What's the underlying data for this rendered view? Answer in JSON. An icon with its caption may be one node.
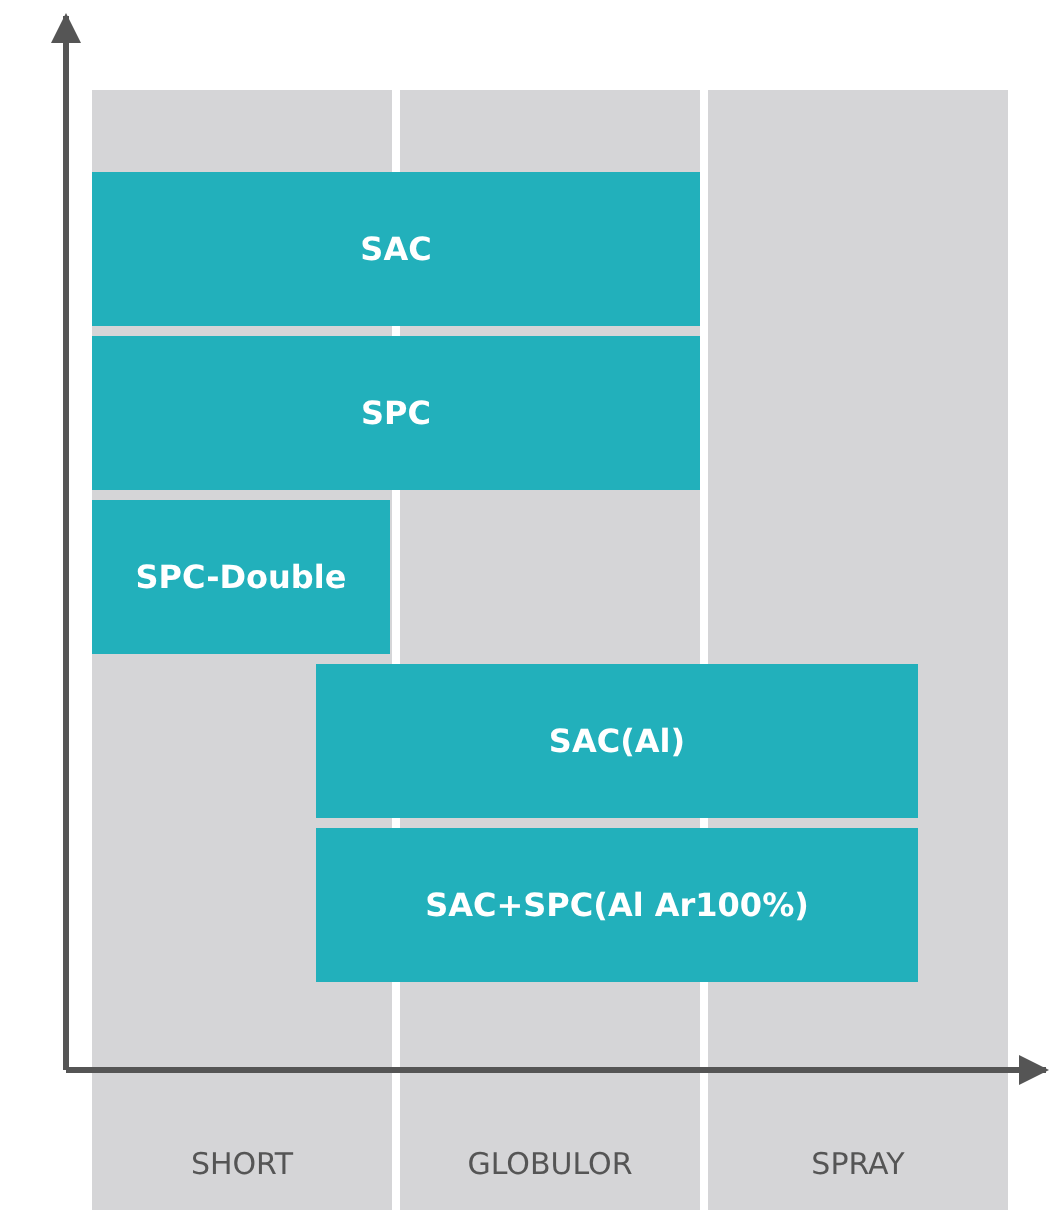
{
  "diagram": {
    "nodes": [
      {
        "text": [
          "SHORT"
        ]
      },
      {
        "text": [
          "GLOBULOR"
        ]
      },
      {
        "text": [
          "SPRAY"
        ]
      },
      {
        "text": [
          "SAC"
        ]
      },
      {
        "text": [
          "SPC"
        ]
      },
      {
        "text": [
          "SPC-Double"
        ]
      },
      {
        "text": [
          "SAC(Al)"
        ]
      },
      {
        "text": [
          "SAC+SPC(Al Ar100%)"
        ]
      }
    ]
  }
}
